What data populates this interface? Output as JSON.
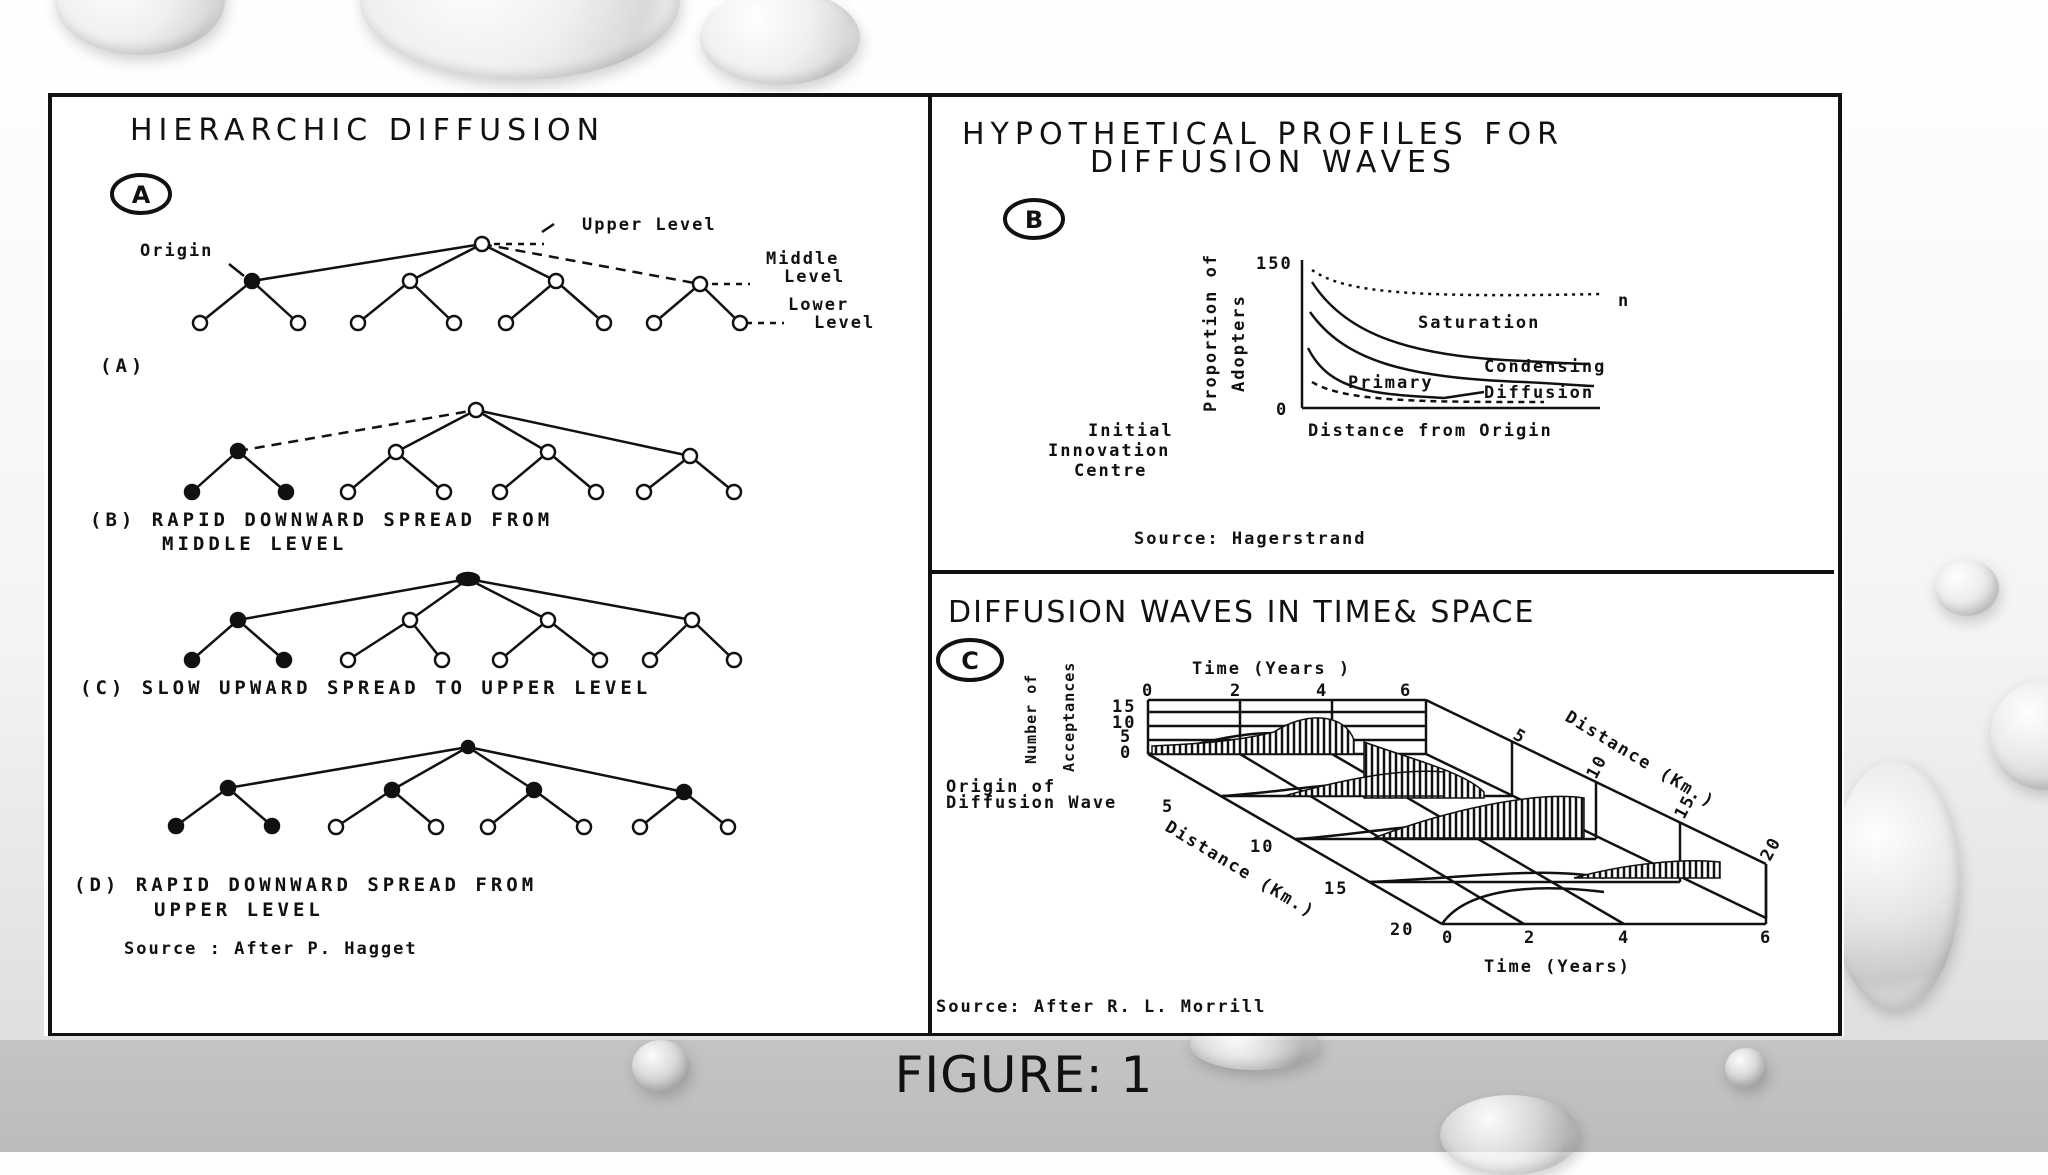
{
  "caption": "FIGURE: 1",
  "panel_a": {
    "title": "HIERARCHIC DIFFUSION",
    "badge": "A",
    "labels": {
      "origin": "Origin",
      "upper": "Upper Level",
      "middle1": "Middle",
      "middle2": "Level",
      "lower1": "Lower",
      "lower2": "Level"
    },
    "sub_a": "(A)",
    "sub_b1": "(B) RAPID DOWNWARD SPREAD FROM",
    "sub_b2": "MIDDLE LEVEL",
    "sub_c": "(C) SLOW UPWARD SPREAD TO UPPER LEVEL",
    "sub_d1": "(D) RAPID DOWNWARD SPREAD FROM",
    "sub_d2": "UPPER LEVEL",
    "source": "Source : After P. Hagget"
  },
  "panel_b": {
    "title1": "HYPOTHETICAL PROFILES FOR",
    "title2": "DIFFUSION WAVES",
    "badge": "B",
    "ylabel1": "Proportion of",
    "ylabel2": "Adopters",
    "y_max": "150",
    "y_min": "0",
    "n_label": "n",
    "curves": [
      "Saturation",
      "Condensing",
      "Primary",
      "Diffusion"
    ],
    "xlabel": "Distance from Origin",
    "origin1": "Initial",
    "origin2": "Innovation",
    "origin3": "Centre",
    "source": "Source: Hagerstrand"
  },
  "panel_c": {
    "title": "DIFFUSION WAVES IN TIME& SPACE",
    "badge": "C",
    "time_top": "Time (Years )",
    "time_ticks": [
      "0",
      "2",
      "4",
      "6"
    ],
    "ylabel1": "Number of",
    "ylabel2": "Acceptances",
    "y_ticks": [
      "15",
      "10",
      "5",
      "0"
    ],
    "origin1": "Origin of",
    "origin2": "Diffusion Wave",
    "dist_left_label": "Distance (Km.)",
    "dist_left_ticks": [
      "5",
      "10",
      "15",
      "20"
    ],
    "dist_right_label": "Distance (Km.)",
    "dist_right_ticks": [
      "5",
      "10",
      "15",
      "20"
    ],
    "time_bottom_ticks": [
      "0",
      "2",
      "4",
      "6"
    ],
    "time_bottom": "Time (Years)",
    "source": "Source: After R. L. Morrill"
  }
}
